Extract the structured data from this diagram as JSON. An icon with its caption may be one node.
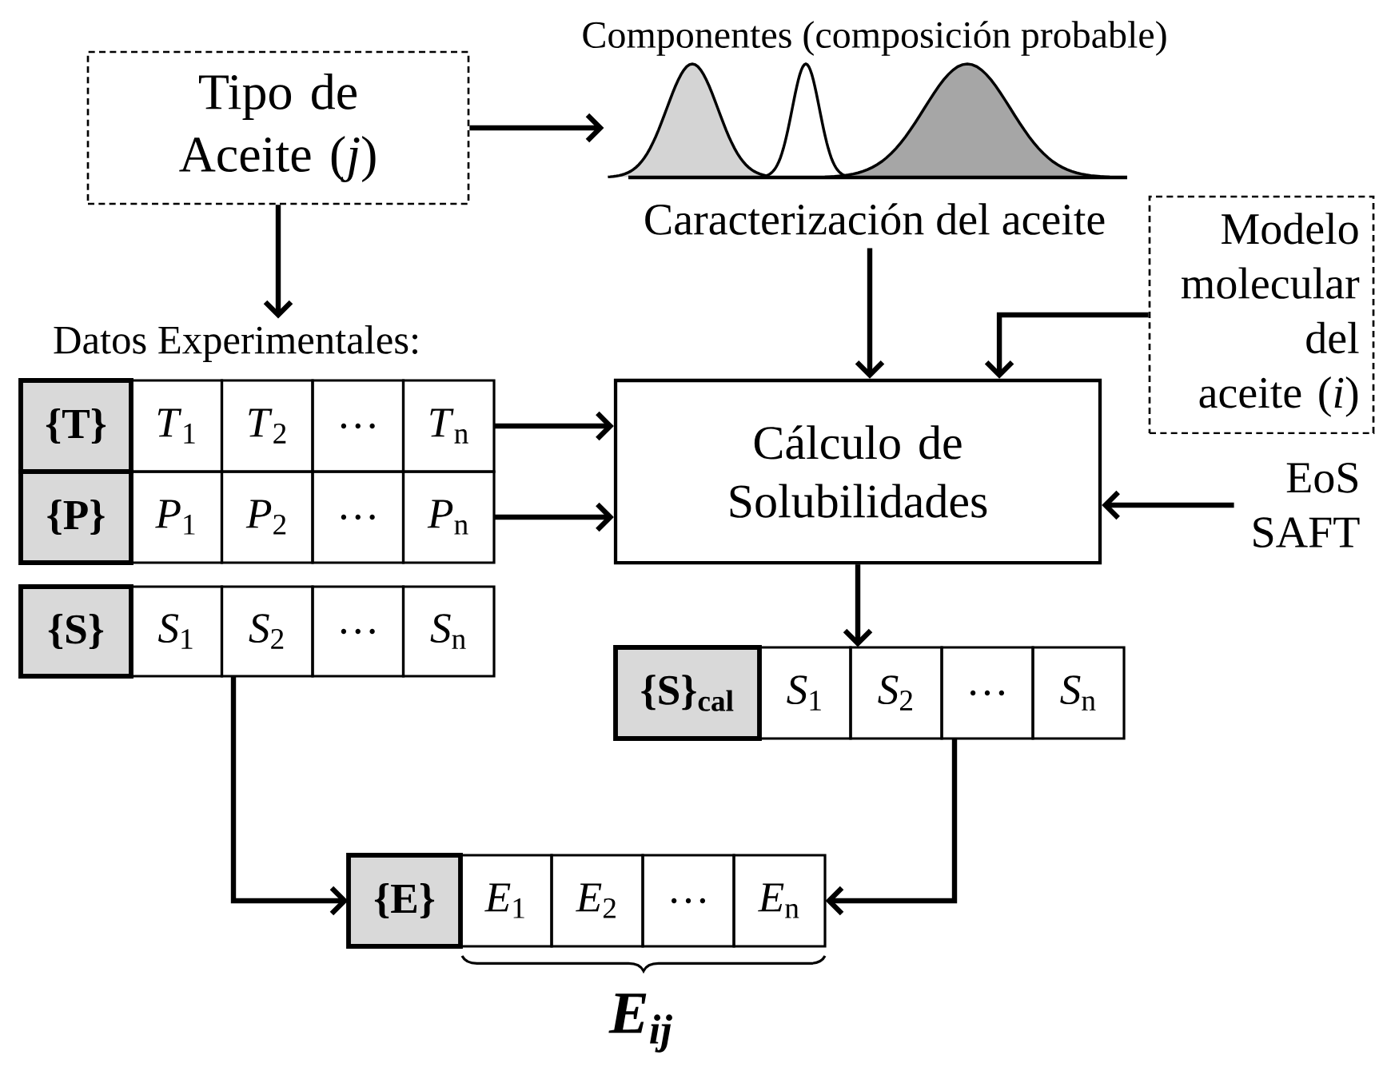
{
  "diagram": {
    "nodes": [
      {
        "text": [
          "Tipo de Aceite (*j*)"
        ]
      },
      {
        "text": [
          "Componentes (composición probable)",
          "Caracterización del aceite"
        ]
      },
      {
        "text": [
          "Modelo molecular del aceite (*i*)"
        ]
      },
      {
        "text": [
          "Datos Experimentales:"
        ]
      },
      {
        "text": [
          "{T}",
          "*T*$_{1}$",
          "*T*$_{2}$",
          "…",
          "*T*$_{n}$"
        ]
      },
      {
        "text": [
          "Cálculo de Solubilidades"
        ]
      },
      {
        "text": [
          "{P}",
          "*P*$_{1}$",
          "*P*$_{2}$",
          "…",
          "*P*$_{n}$"
        ]
      },
      {
        "text": [
          "EoS SAFT"
        ]
      },
      {
        "text": [
          "{S}",
          "*S*$_{1}$",
          "*S*$_{2}$",
          "…",
          "*S*$_{n}$"
        ]
      },
      {
        "text": [
          "{S}$_{cal}$",
          "*S*$_{1}$",
          "*S*$_{2}$",
          "…",
          "*S*$_{n}$"
        ]
      },
      {
        "text": [
          "{E}",
          "*E*$_{1}$",
          "*E*$_{2}$",
          "…",
          "*E*$_{n}$"
        ]
      }
    ],
    "edges": [
      {
        "from": 0,
        "to": 1,
        "arrow": "to"
      },
      {
        "from": 0,
        "to": 3,
        "arrow": "to"
      },
      {
        "from": 1,
        "to": 5,
        "arrow": "to"
      },
      {
        "from": 2,
        "to": 5,
        "arrow": "to"
      },
      {
        "from": 4,
        "to": 5,
        "arrow": "to"
      },
      {
        "from": 7,
        "to": 5,
        "arrow": "to"
      },
      {
        "from": 6,
        "to": 5,
        "arrow": "to"
      },
      {
        "from": 5,
        "to": 9,
        "arrow": "to"
      },
      {
        "from": 8,
        "to": 10,
        "arrow": "to"
      },
      {
        "from": 9,
        "to": 10,
        "arrow": "to"
      }
    ],
    "labels": [
      "E$_{ij}$"
    ]
  }
}
